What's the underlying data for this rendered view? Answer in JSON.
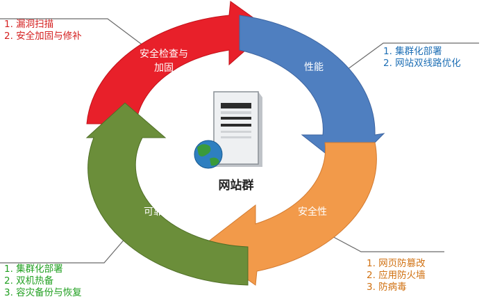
{
  "center": {
    "label": "网站群",
    "icon": "server-icon",
    "globe_icon": "globe-icon"
  },
  "segments": [
    {
      "id": "security-check",
      "label_lines": [
        "安全检查与",
        "加固"
      ],
      "color": "#e8202a",
      "notes": [
        "1. 漏洞扫描",
        "2. 安全加固与修补"
      ],
      "note_color": "#d42020"
    },
    {
      "id": "performance",
      "label_lines": [
        "性能"
      ],
      "color": "#4f7fc0",
      "notes": [
        "1. 集群化部署",
        "2. 网站双线路优化"
      ],
      "note_color": "#1e6fb5"
    },
    {
      "id": "security",
      "label_lines": [
        "安全性"
      ],
      "color": "#f29a4a",
      "notes": [
        "1. 网页防篡改",
        "2. 应用防火墙",
        "3. 防病毒"
      ],
      "note_color": "#d07010"
    },
    {
      "id": "reliability",
      "label_lines": [
        "可靠性"
      ],
      "color": "#6b8e3a",
      "notes": [
        "1. 集群化部署",
        "2. 双机热备",
        "3. 容灾备份与恢复"
      ],
      "note_color": "#22a022"
    }
  ]
}
